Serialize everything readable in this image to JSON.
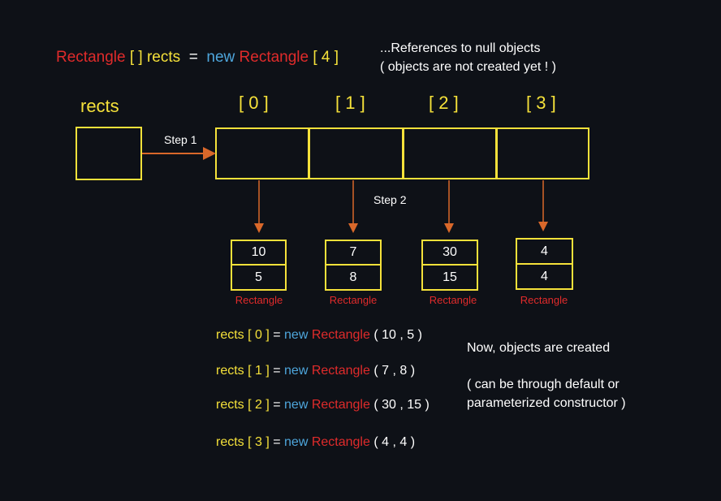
{
  "declaration": {
    "type": "Rectangle",
    "brackets": "[ ]",
    "var": "rects",
    "eq": "=",
    "new_kw": "new",
    "ctor": "Rectangle",
    "size": "[ 4 ]"
  },
  "note": {
    "line1": "...References to null objects",
    "line2": "( objects are not created yet ! )"
  },
  "rects_label": "rects",
  "indices": [
    "[ 0 ]",
    "[ 1 ]",
    "[ 2 ]",
    "[ 3 ]"
  ],
  "step1": "Step 1",
  "step2": "Step 2",
  "objects": [
    {
      "top": "10",
      "bottom": "5",
      "label": "Rectangle"
    },
    {
      "top": "7",
      "bottom": "8",
      "label": "Rectangle"
    },
    {
      "top": "30",
      "bottom": "15",
      "label": "Rectangle"
    },
    {
      "top": "4",
      "bottom": "4",
      "label": "Rectangle"
    }
  ],
  "code_lines": [
    {
      "lhs": "rects [ 0 ]",
      "eq": " = ",
      "new_kw": "new",
      "ctor": " Rectangle",
      "args": " ( 10 , 5 )"
    },
    {
      "lhs": "rects [ 1 ]",
      "eq": " = ",
      "new_kw": "new",
      "ctor": " Rectangle",
      "args": " ( 7 , 8 )"
    },
    {
      "lhs": "rects [ 2 ]",
      "eq": " = ",
      "new_kw": "new",
      "ctor": " Rectangle",
      "args": " ( 30 , 15 )"
    },
    {
      "lhs": "rects [ 3 ]",
      "eq": " = ",
      "new_kw": "new",
      "ctor": " Rectangle",
      "args": " ( 4 , 4 )"
    }
  ],
  "info": {
    "line1": "Now, objects are created",
    "line2": "( can be through default or",
    "line3": "parameterized constructor )"
  },
  "colors": {
    "background": "#0e1117",
    "box_border": "#f5e13a",
    "arrow": "#d9682a",
    "type_red": "#e02b2b",
    "keyword_blue": "#4ea6dc"
  }
}
